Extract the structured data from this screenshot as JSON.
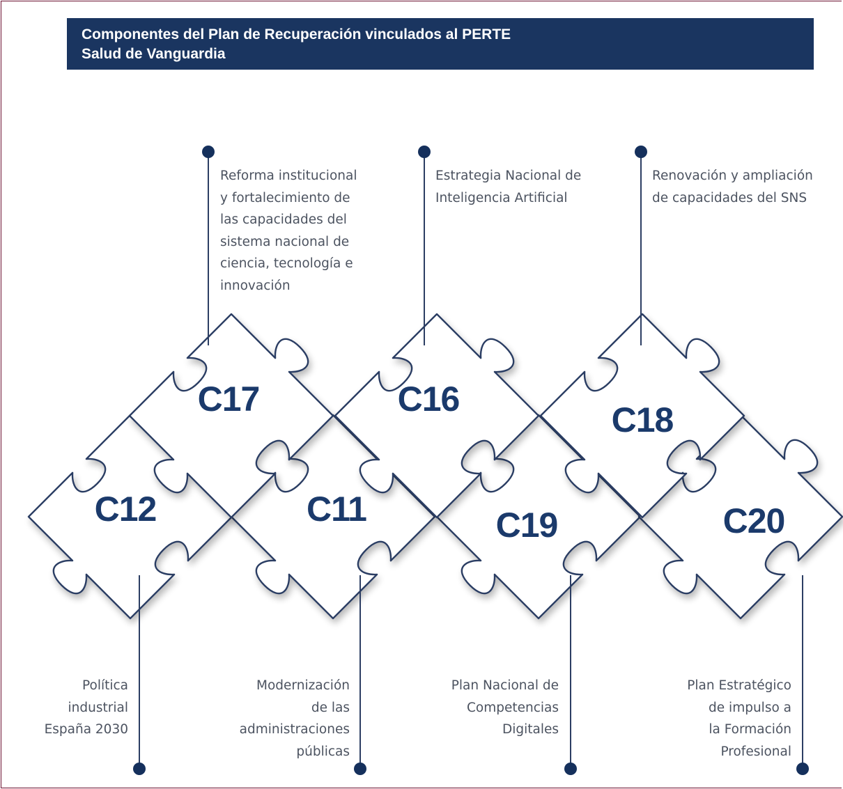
{
  "title": {
    "line1": "Componentes del Plan de Recuperación vinculados al PERTE",
    "line2": "Salud de Vanguardia"
  },
  "colors": {
    "header_bg": "#1a3560",
    "code_text": "#1b3a6b",
    "outline": "#2c3e63",
    "dot": "#15305c",
    "body_text": "#4c5360"
  },
  "components": [
    {
      "code": "C17",
      "row": "top",
      "lines": [
        "Reforma institucional",
        "y fortalecimiento de",
        "las capacidades del",
        "sistema nacional de",
        "ciencia, tecnología e",
        "innovación"
      ]
    },
    {
      "code": "C16",
      "row": "top",
      "lines": [
        "Estrategia Nacional de",
        "Inteligencia Artificial"
      ]
    },
    {
      "code": "C18",
      "row": "top",
      "lines": [
        "Renovación y ampliación",
        "de capacidades del SNS"
      ]
    },
    {
      "code": "C12",
      "row": "bottom",
      "lines": [
        "Política",
        "industrial",
        "España 2030"
      ]
    },
    {
      "code": "C11",
      "row": "bottom",
      "lines": [
        "Modernización",
        "de las",
        "administraciones",
        "públicas"
      ]
    },
    {
      "code": "C19",
      "row": "bottom",
      "lines": [
        "Plan Nacional de",
        "Competencias",
        "Digitales"
      ]
    },
    {
      "code": "C20",
      "row": "bottom",
      "lines": [
        "Plan Estratégico",
        "de impulso a",
        "la Formación",
        "Profesional"
      ]
    }
  ]
}
